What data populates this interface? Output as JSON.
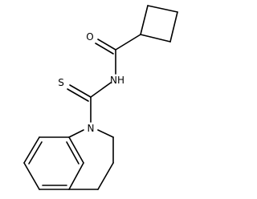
{
  "molecule": {
    "atoms": {
      "oxygen": "O",
      "amide_nitrogen": "NH",
      "sulfur": "S",
      "ring_nitrogen": "N"
    },
    "colors": {
      "bond": "#000000",
      "label": "#000000",
      "background": "#ffffff"
    }
  }
}
